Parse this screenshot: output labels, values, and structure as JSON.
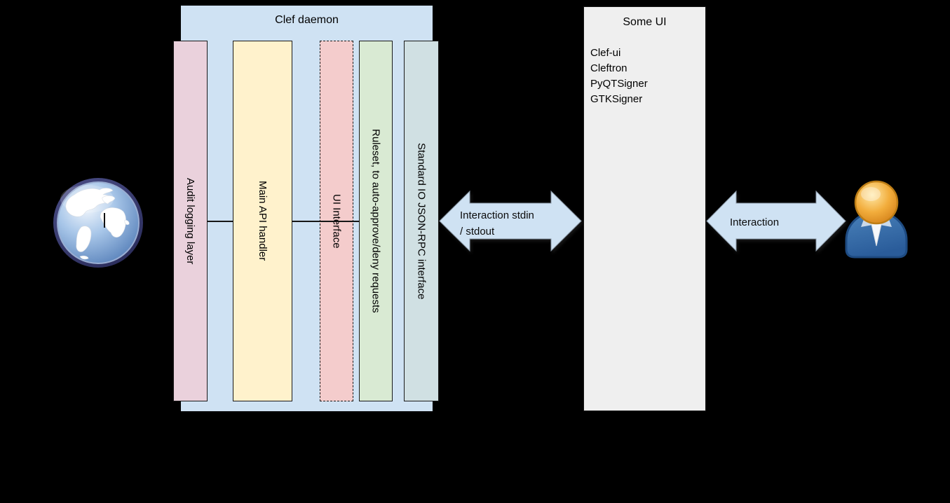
{
  "background_color": "#000000",
  "daemon": {
    "title": "Clef daemon",
    "box_color": "#cfe2f3",
    "layers": [
      {
        "label": "Audit logging layer",
        "color": "#ead1dc",
        "border": "solid"
      },
      {
        "label": "Main API handler",
        "color": "#fff2cc",
        "border": "solid"
      },
      {
        "label": "UI Interface",
        "color": "#f4cccc",
        "border": "dashed"
      },
      {
        "label": "Ruleset, to auto-approve/deny requests",
        "color": "#d9ead3",
        "border": "solid"
      },
      {
        "label": "Standard IO JSON-RPC interface",
        "color": "#d0e0e3",
        "border": "solid"
      }
    ]
  },
  "some_ui": {
    "title": "Some UI",
    "box_color": "#efefef",
    "items": [
      "Clef-ui",
      "Cleftron",
      "PyQTSigner",
      "GTKSigner"
    ]
  },
  "arrows": {
    "color": "#cfe2f3",
    "daemon_to_ui": {
      "line1": "Interaction stdin",
      "line2": "/ stdout"
    },
    "ui_to_user": {
      "label": "Interaction"
    }
  },
  "icons": {
    "left": "globe-icon",
    "right": "user-icon"
  }
}
